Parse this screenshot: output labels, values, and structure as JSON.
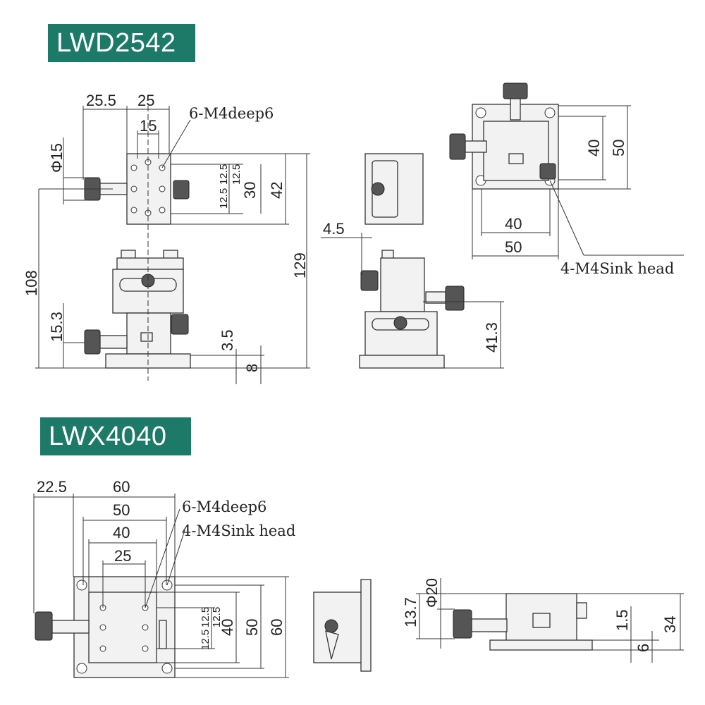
{
  "titles": {
    "top": "LWD2542",
    "bottom": "LWX4040"
  },
  "top": {
    "front": {
      "d_25_5": "25.5",
      "d_25": "25",
      "d_15": "15",
      "phi15": "Φ15",
      "note_holes": "6-M4deep6",
      "d_12_5a": "12.5",
      "d_12_5b": "12.5",
      "d_12_5c": "12.5",
      "d_30": "30",
      "d_42": "42",
      "d_108": "108",
      "d_129": "129",
      "d_15_3": "15.3",
      "d_3_5": "3.5",
      "d_8": "8"
    },
    "side": {
      "d_4_5": "4.5",
      "d_41_3": "41.3"
    },
    "topview": {
      "d_40v": "40",
      "d_50v": "50",
      "d_40h": "40",
      "d_50h": "50",
      "note_sink": "4-M4Sink head"
    }
  },
  "bottom": {
    "front": {
      "d_22_5": "22.5",
      "d_60": "60",
      "d_50": "50",
      "d_40": "40",
      "d_25": "25",
      "note_holes": "6-M4deep6",
      "note_sink": "4-M4Sink head",
      "d_12_5a": "12.5",
      "d_12_5b": "12.5",
      "d_12_5c": "12.5",
      "d_40v": "40",
      "d_50v": "50",
      "d_60v": "60"
    },
    "side": {
      "d_13_7": "13.7",
      "phi20": "Φ20",
      "d_1_5": "1.5",
      "d_6": "6",
      "d_34": "34"
    }
  }
}
